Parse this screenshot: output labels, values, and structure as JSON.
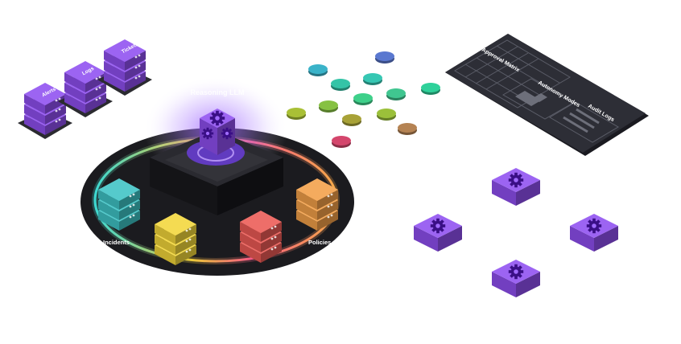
{
  "header": {
    "title_line1": "",
    "title_line2": "Reasoning LLM"
  },
  "data_sources": [
    {
      "label": "Alerts"
    },
    {
      "label": "Logs"
    },
    {
      "label": "Tickets"
    }
  ],
  "platform": {
    "incidents_label": "Incidents",
    "policies_label": "Policies"
  },
  "panel": {
    "approval_matrix": "Approval Matrix",
    "autonomy_modes": "Autonomy Modes",
    "audit_logs": "Audit Logs"
  },
  "colors": {
    "purple": "#8f4ff0",
    "teal": "#3ec3c5",
    "yellow": "#f2d63a",
    "red": "#ec5a55",
    "orange": "#f3a048",
    "platform": "#1f1f24",
    "panel": "#2a2b33"
  },
  "icons": [
    "gear-icon"
  ]
}
